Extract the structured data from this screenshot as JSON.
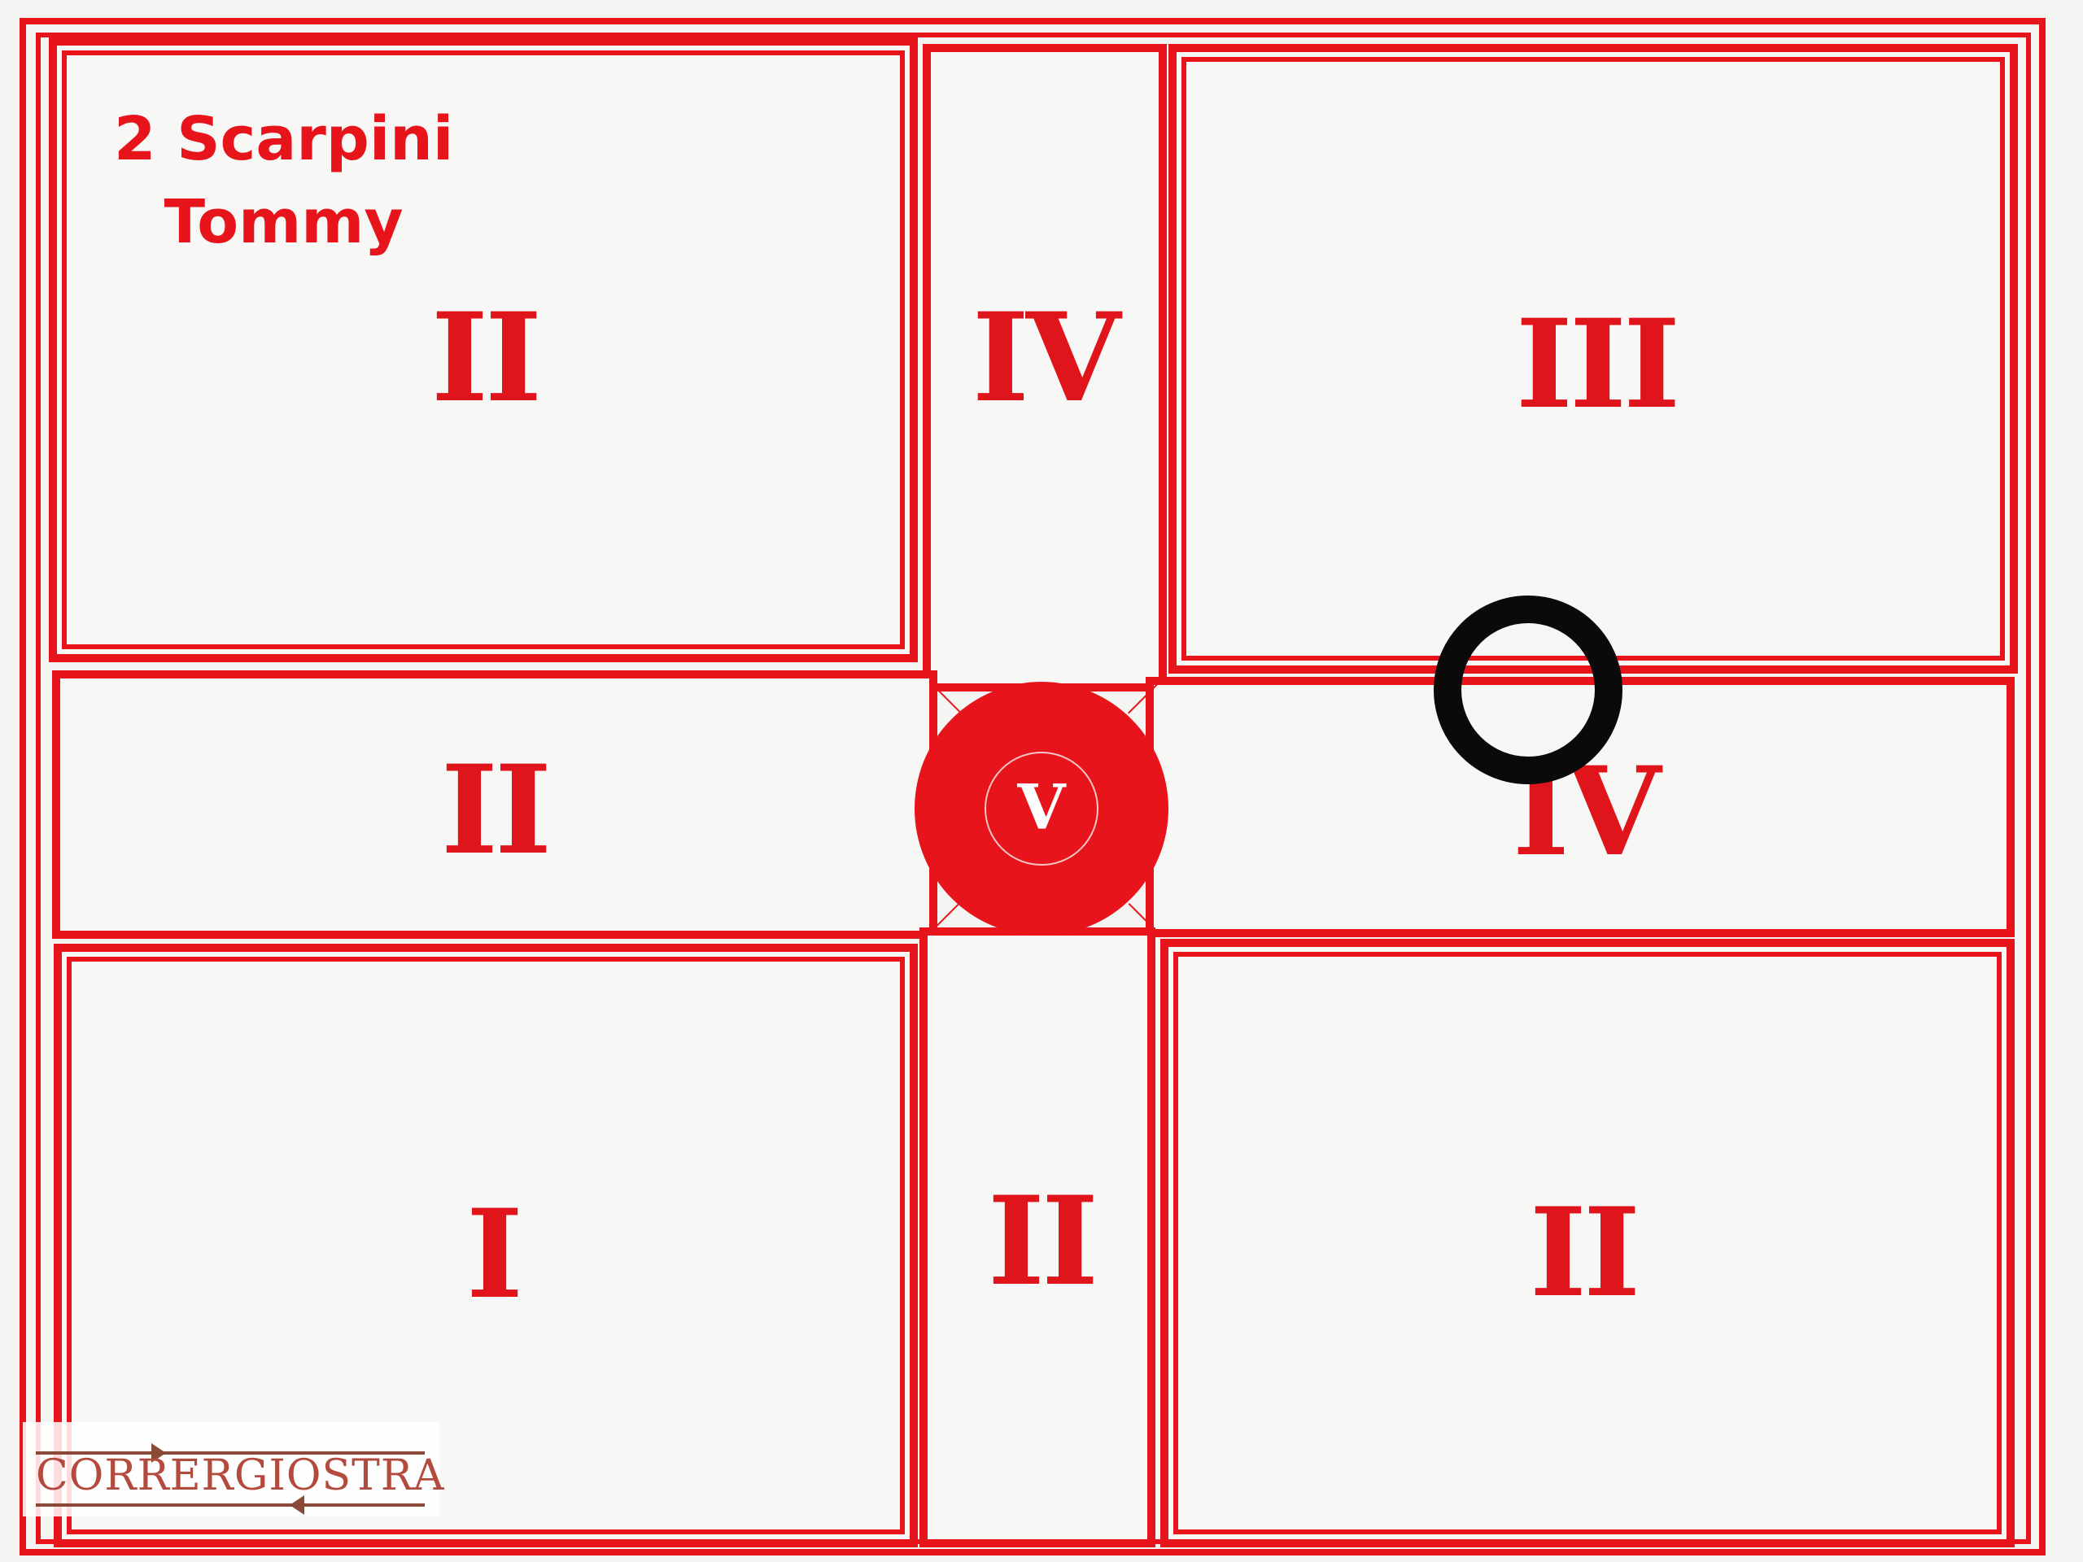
{
  "title": {
    "line1": "2 Scarpini",
    "line2": "Tommy"
  },
  "zones": {
    "top_left": "II",
    "top_center": "IV",
    "top_right": "III",
    "middle_left": "II",
    "middle_right": "IV",
    "bottom_left": "I",
    "bottom_center": "II",
    "bottom_right": "II"
  },
  "bullseye": {
    "label": "V"
  },
  "logo": {
    "text": "CORRERGIOSTRA"
  },
  "colors": {
    "target_red": "#e8141b",
    "shot_ring": "#0a0a0a",
    "logo": "#b34a3e"
  }
}
